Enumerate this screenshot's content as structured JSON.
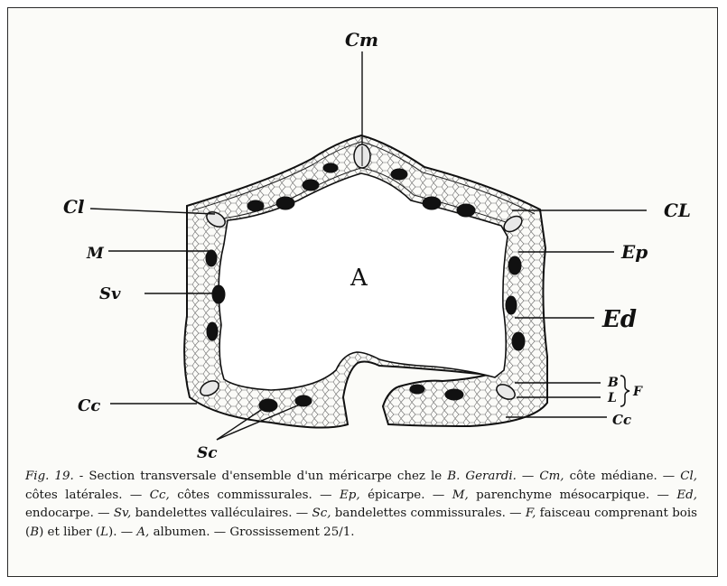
{
  "labels": {
    "Cm": "Cm",
    "Cl_left": "Cl",
    "Cl_right": "CL",
    "M": "M",
    "Sv": "Sv",
    "A": "A",
    "Ep": "Ep",
    "Ed": "Ed",
    "B": "B",
    "L": "L",
    "F": "F",
    "Cc_left": "Cc",
    "Cc_right": "Cc",
    "Sc": "Sc"
  },
  "caption": {
    "fig": "Fig. 19.",
    "p1": " - Section transversale d'ensemble d'un méricarpe chez le ",
    "species": "B. Gerardi.",
    "p2": " — ",
    "t_cm": "Cm,",
    "p3": " côte médiane. — ",
    "t_cl": "Cl,",
    "p4": " côtes latérales. — ",
    "t_cc": "Cc,",
    "p5": " côtes commissurales. — ",
    "t_ep": "Ep,",
    "p6": " épicarpe. — ",
    "t_m": "M,",
    "p7": " parenchyme mésocarpique. — ",
    "t_ed": "Ed,",
    "p8": " endocarpe. — ",
    "t_sv": "Sv,",
    "p9": " bandelettes valléculaires. — ",
    "t_sc": "Sc,",
    "p10": " bandelettes commissurales. — ",
    "t_f": "F,",
    "p11": " faisceau comprenant bois (",
    "t_b": "B",
    "p12": ") et liber (",
    "t_l": "L",
    "p13": "). — ",
    "t_a": "A,",
    "p14": " albumen. — Grossissement 25/1."
  }
}
